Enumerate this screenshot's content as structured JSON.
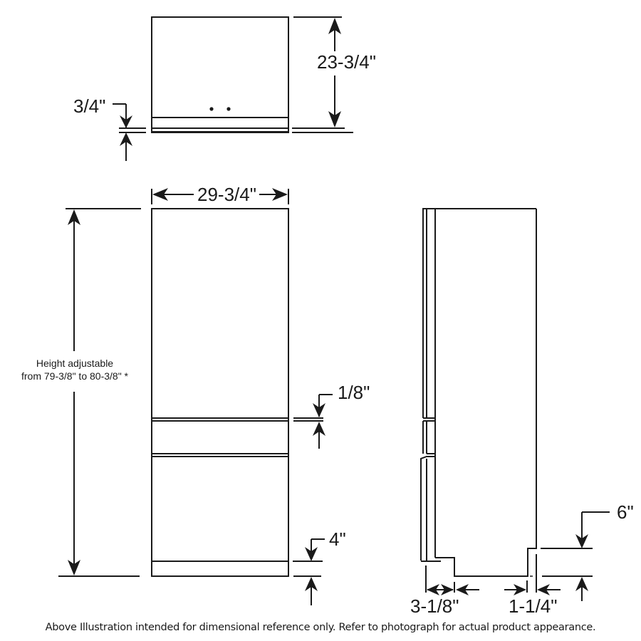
{
  "diagram": {
    "title": "Refrigerator dimensional drawing",
    "top_view": {
      "depth_label": "23-3/4\"",
      "front_thickness_label": "3/4\""
    },
    "front_view": {
      "width_label": "29-3/4\"",
      "height_note_line1": "Height adjustable",
      "height_note_line2": "from 79-3/8\" to 80-3/8\" *",
      "door_gap_label": "1/8\"",
      "toe_kick_label": "4\""
    },
    "side_view": {
      "toe_kick_height_label": "6\"",
      "door_offset_label": "3-1/8\"",
      "rear_step_label": "1-1/4\""
    },
    "footer": "Above Illustration intended for dimensional reference only. Refer to photograph for actual product appearance."
  }
}
